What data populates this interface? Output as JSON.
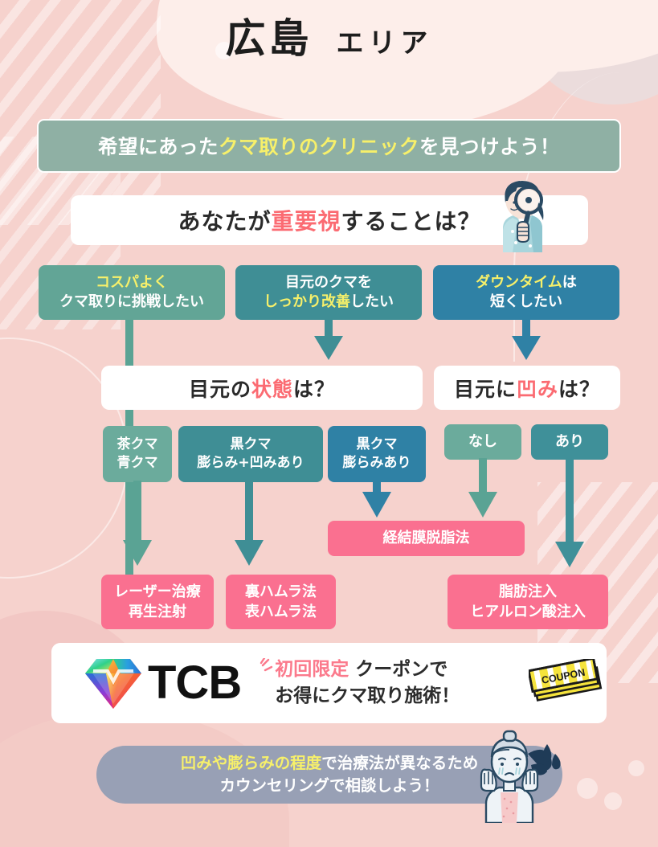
{
  "header": {
    "area_name": "広島",
    "area_suffix": "エリア",
    "headline_pre": "希望にあった",
    "headline_highlight": "クマ取りのクリニック",
    "headline_post": "を見つけよう！"
  },
  "questions": {
    "main_pre": "あなたが",
    "main_highlight": "重要視",
    "main_post": "することは？",
    "state_pre": "目元の",
    "state_highlight": "状態",
    "state_post": "は？",
    "dent_pre": "目元に",
    "dent_highlight": "凹み",
    "dent_post": "は？"
  },
  "options_tier1": [
    {
      "name": "cost",
      "line1_highlight": "コスパよく",
      "line2": "クマ取りに挑戦したい",
      "color": "#62a596"
    },
    {
      "name": "improve",
      "line1": "目元のクマを",
      "line2_highlight": "しっかり改善",
      "line2_plain": "したい",
      "color": "#3f8e95"
    },
    {
      "name": "downtime",
      "line1_highlight": "ダウンタイム",
      "line1_plain": "は",
      "line2": "短くしたい",
      "color": "#2f81a5"
    }
  ],
  "options_tier2": [
    {
      "name": "brown-blue",
      "line1": "茶クマ",
      "line2": "青クマ",
      "color": "#6bab9c"
    },
    {
      "name": "black-bulge-dent",
      "line1": "黒クマ",
      "line2": "膨らみ+凹みあり",
      "color": "#3f8e95"
    },
    {
      "name": "black-bulge",
      "line1": "黒クマ",
      "line2": "膨らみあり",
      "color": "#2f81a5"
    },
    {
      "name": "dent-none",
      "line1": "なし",
      "color": "#6bab9c"
    },
    {
      "name": "dent-yes",
      "line1": "あり",
      "color": "#3f9099"
    }
  ],
  "results": [
    {
      "name": "transconjunctival",
      "line1": "経結膜脱脂法"
    },
    {
      "name": "laser",
      "line1": "レーザー治療",
      "line2": "再生注射"
    },
    {
      "name": "hamura",
      "line1": "裏ハムラ法",
      "line2": "表ハムラ法"
    },
    {
      "name": "injection",
      "line1": "脂肪注入",
      "line2": "ヒアルロン酸注入"
    }
  ],
  "banner": {
    "brand": "TCB",
    "copy_highlight": "初回限定",
    "copy_line1_rest": " クーポンで",
    "copy_line2": "お得にクマ取り施術！",
    "coupon_label": "COUPON"
  },
  "footer": {
    "line1_highlight": "凹みや膨らみの程度",
    "line1_rest": "で治療法が異なるため",
    "line2": "カウンセリングで相談しよう！"
  },
  "colors": {
    "background": "#f6d2cd",
    "headline_band": "#8fb0a4",
    "accent_yellow": "#f7f06a",
    "accent_red": "#fb6b72",
    "result_pink": "#fa7090",
    "footer_pill": "#98a0b5",
    "arrow_sage": "#5aa394",
    "arrow_teal": "#3f8e95",
    "arrow_blue": "#2f81a5"
  }
}
